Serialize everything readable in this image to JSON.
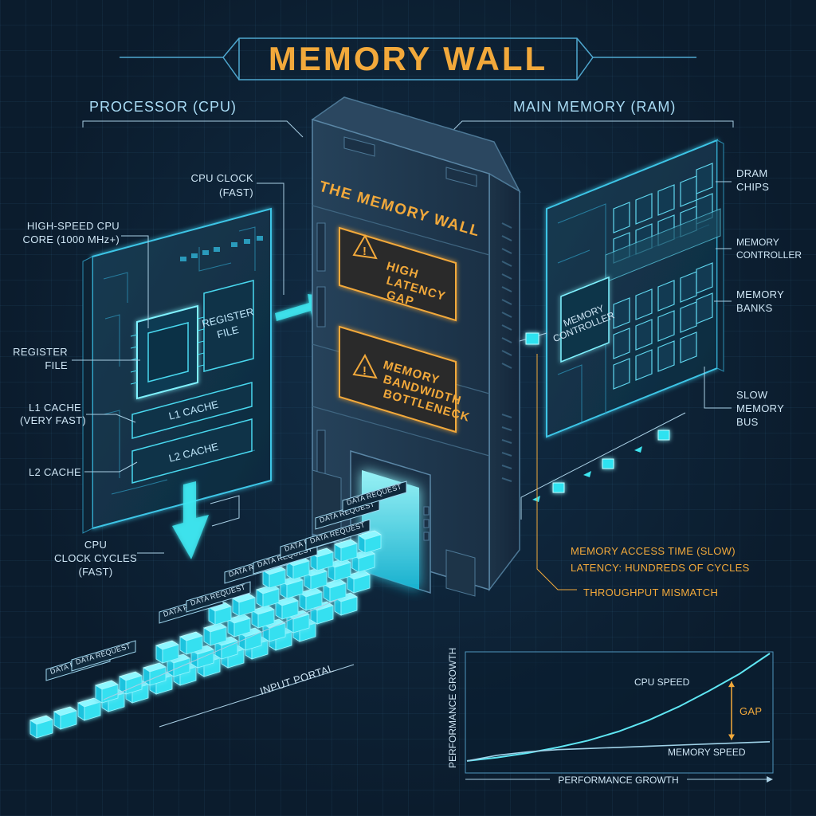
{
  "title": "MEMORY WALL",
  "sections": {
    "cpu": "PROCESSOR (CPU)",
    "ram": "MAIN MEMORY (RAM)"
  },
  "cpu_labels": {
    "cpu_clock_line1": "CPU CLOCK",
    "cpu_clock_line2": "(FAST)",
    "core_line1": "HIGH-SPEED CPU",
    "core_line2": "CORE (1000 MHz+)",
    "register_line1": "REGISTER",
    "register_line2": "FILE",
    "l1_line1": "L1 CACHE",
    "l1_line2": "(VERY FAST)",
    "l2": "L2 CACHE",
    "cycles_line1": "CPU",
    "cycles_line2": "CLOCK CYCLES",
    "cycles_line3": "(FAST)"
  },
  "cpu_board": {
    "register_line1": "REGISTER",
    "register_line2": "FILE",
    "l1": "L1 CACHE",
    "l2": "L2 CACHE"
  },
  "wall": {
    "title": "THE MEMORY WALL",
    "warning1": [
      "HIGH",
      "LATENCY",
      "GAP"
    ],
    "warning2": [
      "MEMORY",
      "BANDWIDTH",
      "BOTTLENECK"
    ]
  },
  "ram_labels": {
    "dram_line1": "DRAM",
    "dram_line2": "CHIPS",
    "controller_line1": "MEMORY",
    "controller_line2": "CONTROLLER",
    "banks_line1": "MEMORY",
    "banks_line2": "BANKS",
    "bus_line1": "SLOW",
    "bus_line2": "MEMORY",
    "bus_line3": "BUS"
  },
  "ram_board": {
    "controller_line1": "MEMORY",
    "controller_line2": "CONTROLLER"
  },
  "notes": {
    "access_time": "MEMORY ACCESS TIME (SLOW)",
    "latency": "LATENCY: HUNDREDS OF CYCLES",
    "mismatch": "THROUGHPUT MISMATCH"
  },
  "queue": {
    "request_label": "DATA REQUEST",
    "portal_label": "INPUT PORTAL"
  },
  "colors": {
    "accent_orange": "#f2a93b",
    "cyan": "#3ee6f0",
    "line": "#a9cfe4",
    "background": "#0b1c2d"
  },
  "chart_data": {
    "type": "line",
    "title": "",
    "xlabel": "PERFORMANCE GROWTH",
    "ylabel": "PERFORMANCE GROWTH",
    "x": [
      0,
      0.1,
      0.2,
      0.3,
      0.4,
      0.5,
      0.6,
      0.7,
      0.8,
      0.9,
      1.0
    ],
    "series": [
      {
        "name": "CPU SPEED",
        "values": [
          0.05,
          0.08,
          0.12,
          0.17,
          0.23,
          0.31,
          0.41,
          0.53,
          0.67,
          0.82,
          1.0
        ]
      },
      {
        "name": "MEMORY SPEED",
        "values": [
          0.05,
          0.1,
          0.13,
          0.15,
          0.16,
          0.17,
          0.18,
          0.19,
          0.2,
          0.21,
          0.22
        ]
      }
    ],
    "annotation": "GAP",
    "xlim": [
      0,
      1
    ],
    "ylim": [
      0,
      1
    ],
    "grid": false,
    "axis_ticks": false
  }
}
